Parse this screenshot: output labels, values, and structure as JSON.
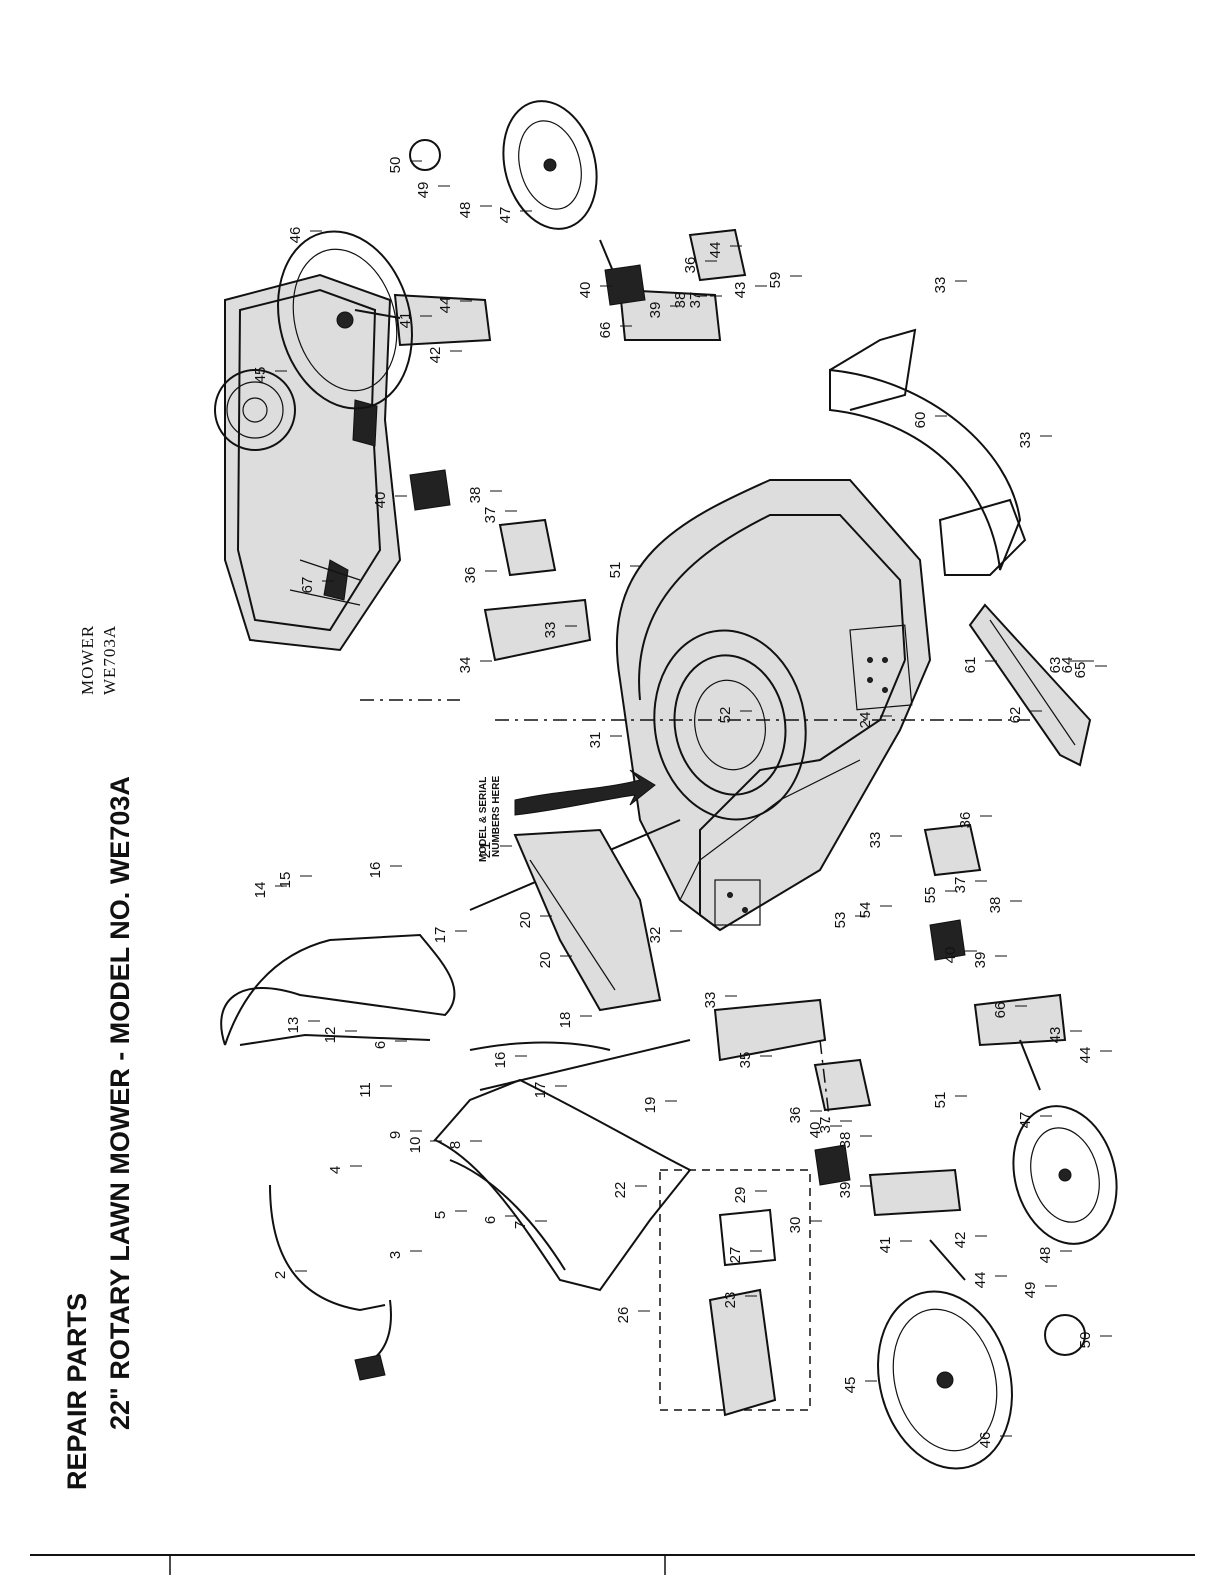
{
  "header": {
    "title_line1": "REPAIR PARTS",
    "title_line2": "22\" ROTARY LAWN MOWER - MODEL  NO. WE703A"
  },
  "corner_label": {
    "line1": "MOWER",
    "line2": "WE703A"
  },
  "serial_note": {
    "line1": "MODEL & SERIAL",
    "line2": "NUMBERS HERE"
  },
  "callouts": {
    "c2": "2",
    "c3": "3",
    "c4": "4",
    "c5": "5",
    "c6a": "6",
    "c6b": "6",
    "c7": "7",
    "c8": "8",
    "c9": "9",
    "c10": "10",
    "c11": "11",
    "c12": "12",
    "c13": "13",
    "c14": "14",
    "c15": "15",
    "c16a": "16",
    "c16b": "16",
    "c17a": "17",
    "c17b": "17",
    "c18": "18",
    "c19": "19",
    "c20a": "20",
    "c20b": "20",
    "c21": "21",
    "c22": "22",
    "c23": "23",
    "c24": "24",
    "c26": "26",
    "c27": "27",
    "c29": "29",
    "c30": "30",
    "c31": "31",
    "c32": "32",
    "c33a": "33",
    "c33b": "33",
    "c33c": "33",
    "c33d": "33",
    "c33e": "33",
    "c34": "34",
    "c35": "35",
    "c36a": "36",
    "c36b": "36",
    "c36c": "36",
    "c36d": "36",
    "c37a": "37",
    "c37b": "37",
    "c37c": "37",
    "c37d": "37",
    "c38a": "38",
    "c38b": "38",
    "c38c": "38",
    "c38d": "38",
    "c39a": "39",
    "c39b": "39",
    "c39c": "39",
    "c40a": "40",
    "c40b": "40",
    "c40c": "40",
    "c40d": "40",
    "c41a": "41",
    "c41b": "41",
    "c42a": "42",
    "c42b": "42",
    "c43a": "43",
    "c43b": "43",
    "c44a": "44",
    "c44b": "44",
    "c44c": "44",
    "c44d": "44",
    "c45a": "45",
    "c45b": "45",
    "c46a": "46",
    "c46b": "46",
    "c47a": "47",
    "c47b": "47",
    "c48a": "48",
    "c48b": "48",
    "c49a": "49",
    "c49b": "49",
    "c50a": "50",
    "c50b": "50",
    "c51a": "51",
    "c51b": "51",
    "c52": "52",
    "c53": "53",
    "c54": "54",
    "c55": "55",
    "c59": "59",
    "c60": "60",
    "c61": "61",
    "c62": "62",
    "c63": "63",
    "c64": "64",
    "c65": "65",
    "c66a": "66",
    "c66b": "66",
    "c67": "67"
  }
}
